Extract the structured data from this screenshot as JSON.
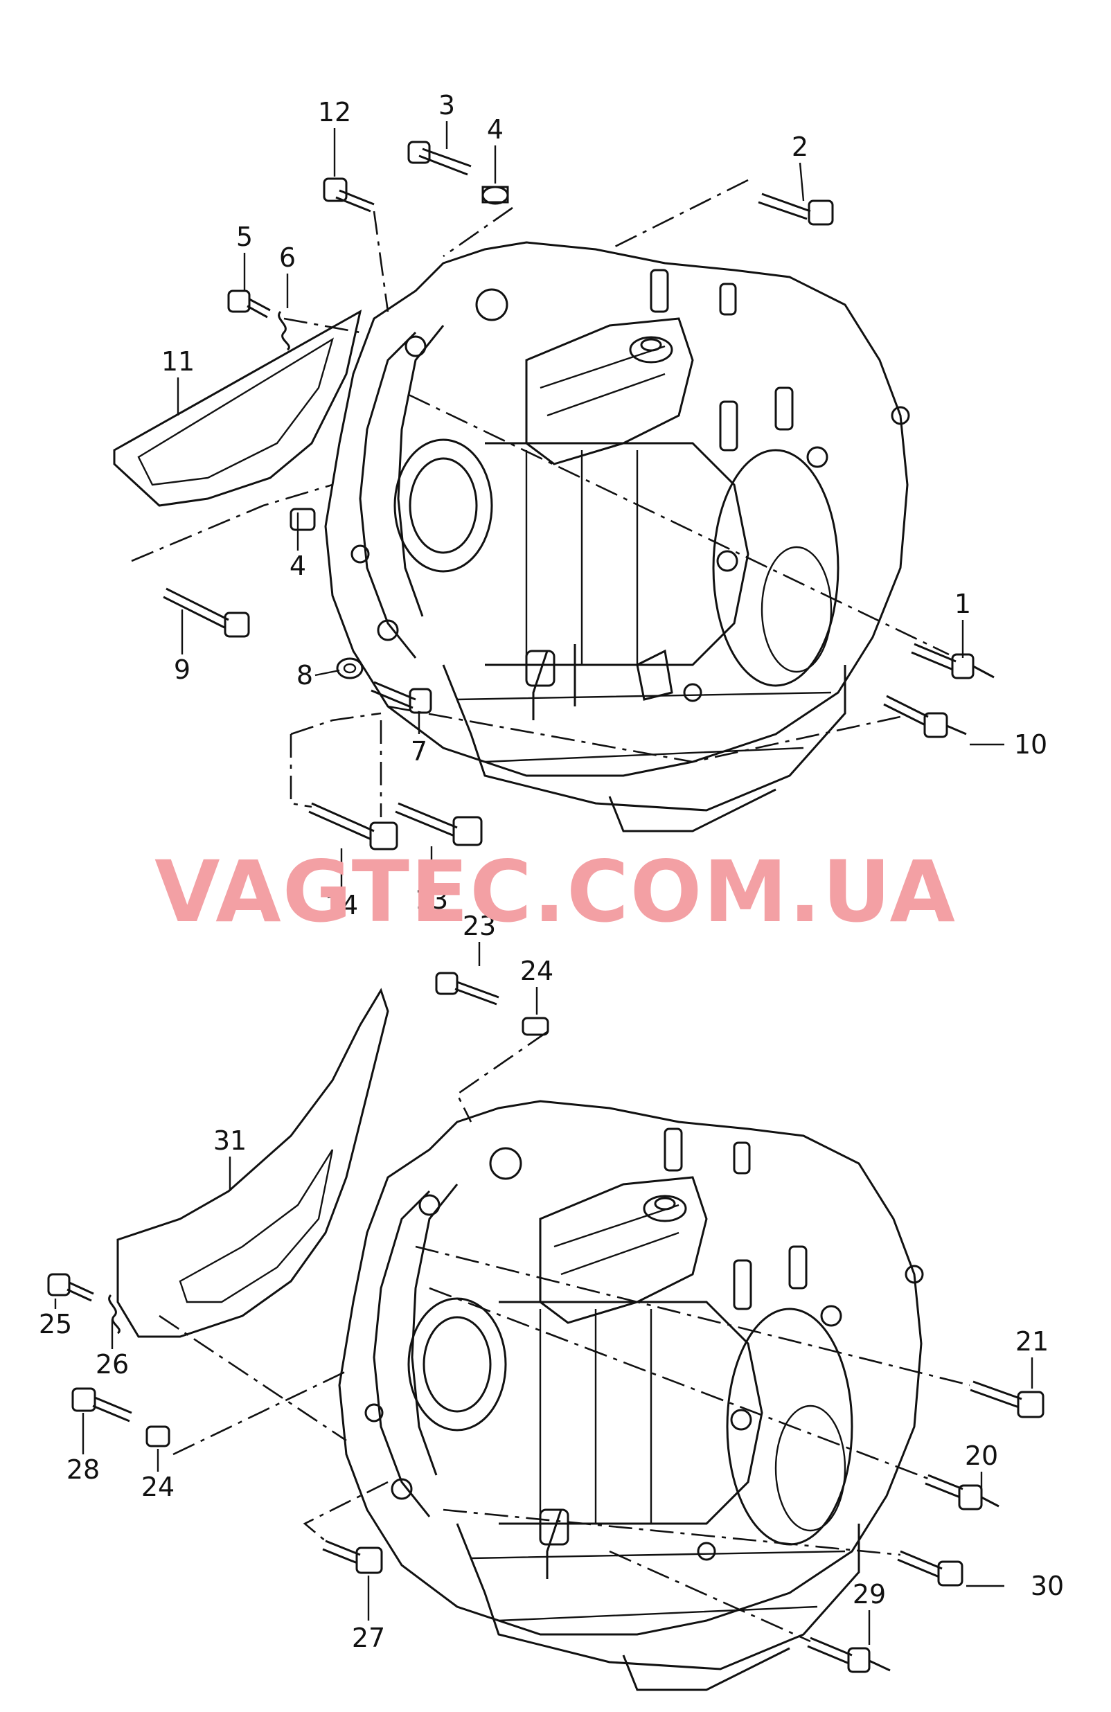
{
  "watermark": "VAGTEC.COM.UA",
  "callouts_top": [
    "1",
    "2",
    "3",
    "4",
    "4",
    "5",
    "6",
    "7",
    "8",
    "9",
    "10",
    "11",
    "12",
    "13",
    "14"
  ],
  "callouts_bottom": [
    "20",
    "21",
    "23",
    "24",
    "24",
    "25",
    "26",
    "27",
    "28",
    "29",
    "30",
    "31"
  ]
}
